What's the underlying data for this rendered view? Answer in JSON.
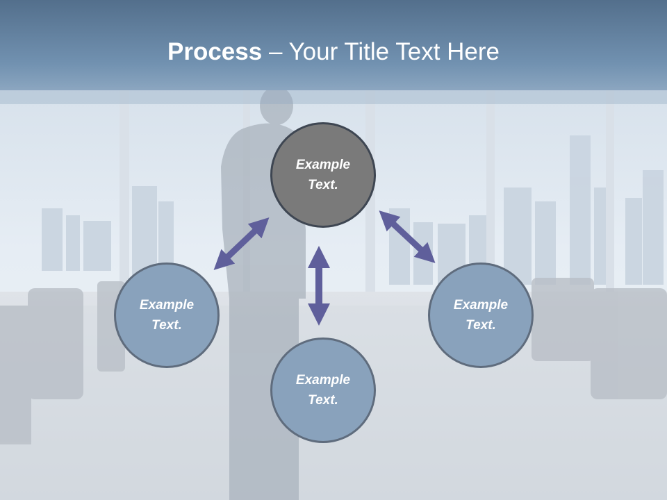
{
  "slide": {
    "title_strong": "Process",
    "title_rest": " – Your Title Text Here"
  },
  "nodes": {
    "top": {
      "line1": "Example",
      "line2": "Text."
    },
    "left": {
      "line1": "Example",
      "line2": "Text."
    },
    "right": {
      "line1": "Example",
      "line2": "Text."
    },
    "bottom": {
      "line1": "Example",
      "line2": "Text."
    }
  },
  "colors": {
    "title_band": "#6e8fae",
    "center_node": "#7a7a7a",
    "outer_node": "#89a2bc",
    "arrow": "#5f5f9b"
  }
}
